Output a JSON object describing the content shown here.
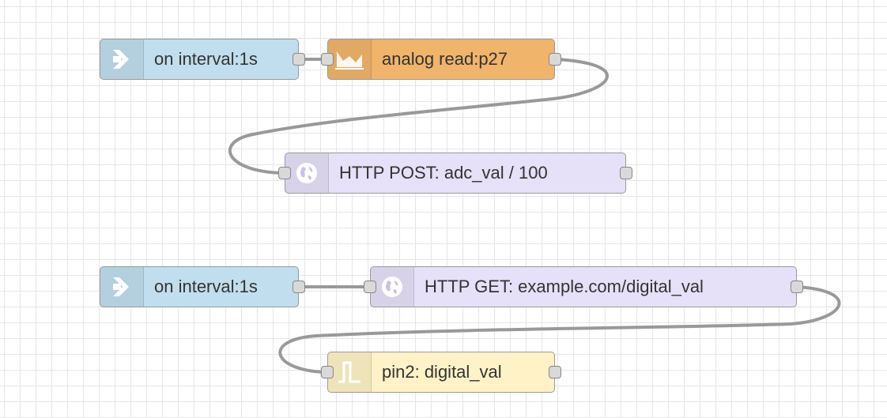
{
  "nodes": {
    "inject_top": {
      "label": "on interval:1s",
      "icon": "arrow-in-icon"
    },
    "analog_read": {
      "label": "analog read:p27",
      "icon": "area-chart-icon"
    },
    "http_post": {
      "label": "HTTP POST: adc_val / 100",
      "icon": "globe-icon"
    },
    "inject_bottom": {
      "label": "on interval:1s",
      "icon": "arrow-in-icon"
    },
    "http_get": {
      "label": "HTTP GET: example.com/digital_val",
      "icon": "globe-icon"
    },
    "pin_write": {
      "label": "pin2: digital_val",
      "icon": "pulse-icon"
    }
  },
  "colors": {
    "inject": "#c0deed",
    "analog": "#f0b46a",
    "http": "#e6e0f8",
    "gpio": "#fef2c6",
    "wire": "#999999",
    "grid": "#e6e6e6"
  }
}
